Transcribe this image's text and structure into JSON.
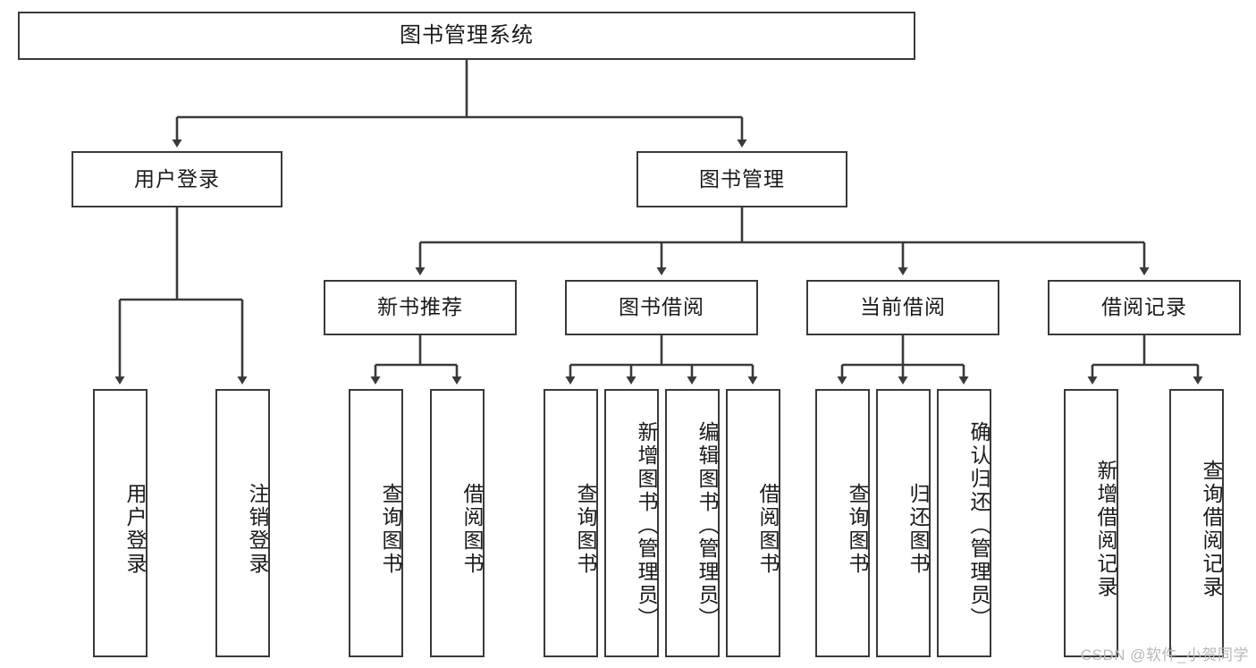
{
  "diagram": {
    "title": "图书管理系统",
    "type": "tree-hierarchy",
    "watermark": "CSDN @软件_小贺同学",
    "line_color": "#3a3a3a",
    "background_color": "#ffffff",
    "text_color": "#1a1a1a"
  },
  "root": {
    "label": "图书管理系统"
  },
  "level2": [
    {
      "label": "用户登录"
    },
    {
      "label": "图书管理"
    }
  ],
  "level3": [
    {
      "label": "新书推荐"
    },
    {
      "label": "图书借阅"
    },
    {
      "label": "当前借阅"
    },
    {
      "label": "借阅记录"
    }
  ],
  "leaves": {
    "user_login": [
      {
        "label": "用户登录"
      },
      {
        "label": "注销登录"
      }
    ],
    "new_book_recommend": [
      {
        "label": "查询图书"
      },
      {
        "label": "借阅图书"
      }
    ],
    "book_borrow": [
      {
        "label": "查询图书"
      },
      {
        "label": "新增图书（管理员）"
      },
      {
        "label": "编辑图书（管理员）"
      },
      {
        "label": "借阅图书"
      }
    ],
    "current_borrow": [
      {
        "label": "查询图书"
      },
      {
        "label": "归还图书"
      },
      {
        "label": "确认归还（管理员）"
      }
    ],
    "borrow_record": [
      {
        "label": "新增借阅记录"
      },
      {
        "label": "查询借阅记录"
      }
    ]
  }
}
